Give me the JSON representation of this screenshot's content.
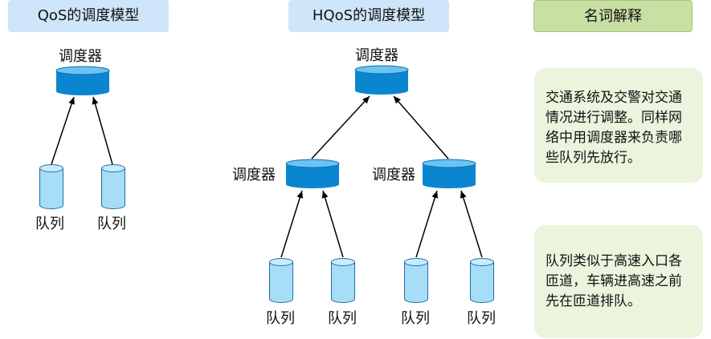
{
  "headers": {
    "qos": "QoS的调度模型",
    "hqos": "HQoS的调度模型",
    "terms": "名词解释"
  },
  "labels": {
    "scheduler": "调度器",
    "queue": "队列"
  },
  "notes": [
    "交通系统及交警对交通情况进行调整。同样网络中用调度器来负责哪些队列先放行。",
    "队列类似于高速入口各匝道，车辆进高速之前先在匝道排队。"
  ],
  "colors": {
    "header_blue": "#cfe5f9",
    "header_green": "#c9e0a5",
    "note_bg": "#ebf4dc",
    "scheduler_fill": "#0a86d0",
    "queue_fill": "#a6ddf7"
  }
}
